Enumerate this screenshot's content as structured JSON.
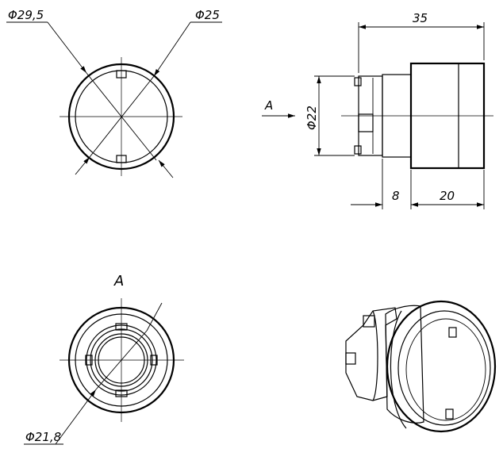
{
  "drawing": {
    "front_view": {
      "dim_outer": "Φ29,5",
      "dim_inner": "Φ25"
    },
    "side_view": {
      "dim_total_length": "35",
      "dim_body_diameter": "Φ22",
      "dim_collar": "8",
      "dim_cap": "20",
      "view_arrow_label": "A"
    },
    "view_a": {
      "title": "A",
      "dim_diameter": "Φ21,8"
    }
  }
}
